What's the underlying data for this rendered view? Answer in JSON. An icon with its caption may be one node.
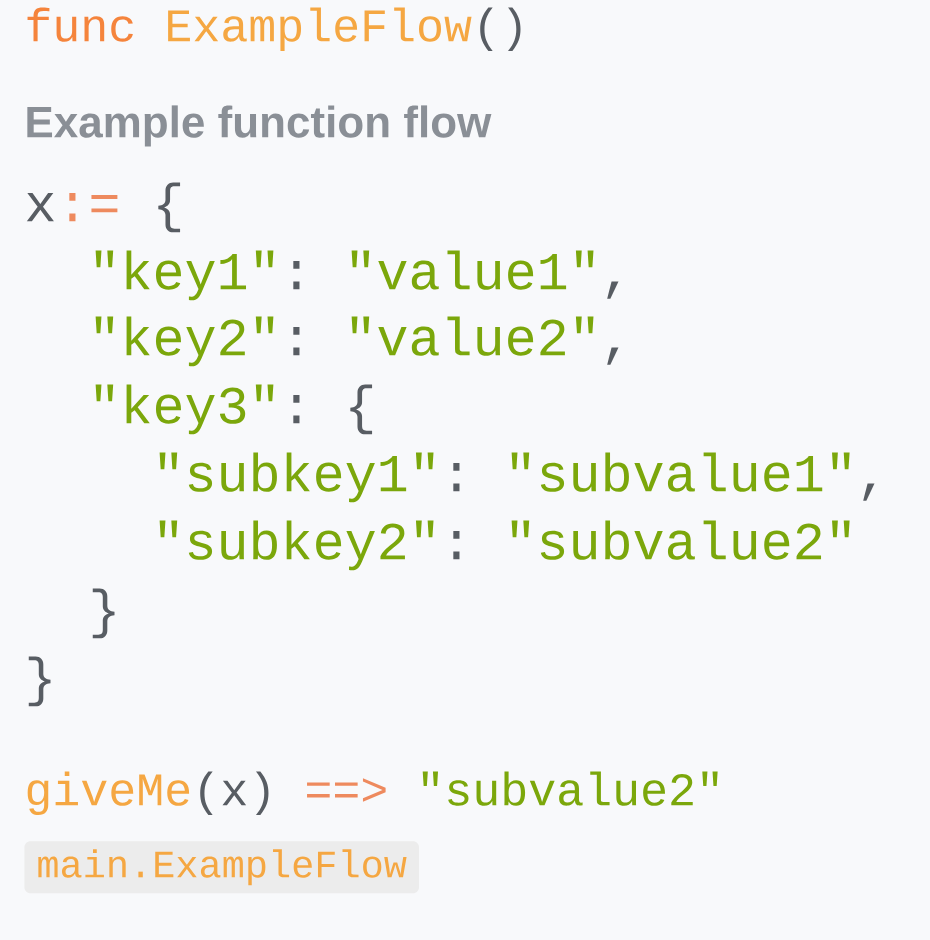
{
  "diagram": {
    "title": "Example function flow",
    "labels": [
      "func",
      "ExampleFlow",
      "()",
      "x",
      ":=",
      "{",
      "\"key1\"",
      ":",
      "\"value1\"",
      ",",
      "\"key2\"",
      ":",
      "\"value2\"",
      ",",
      "\"key3\"",
      ":",
      "{",
      "\"subkey1\"",
      ":",
      "\"subvalue1\"",
      ",",
      "\"subkey2\"",
      ":",
      "\"subvalue2\"",
      "}",
      "}",
      "giveMe",
      "(x)",
      "==>",
      "\"subvalue2\"",
      "main.ExampleFlow"
    ]
  }
}
